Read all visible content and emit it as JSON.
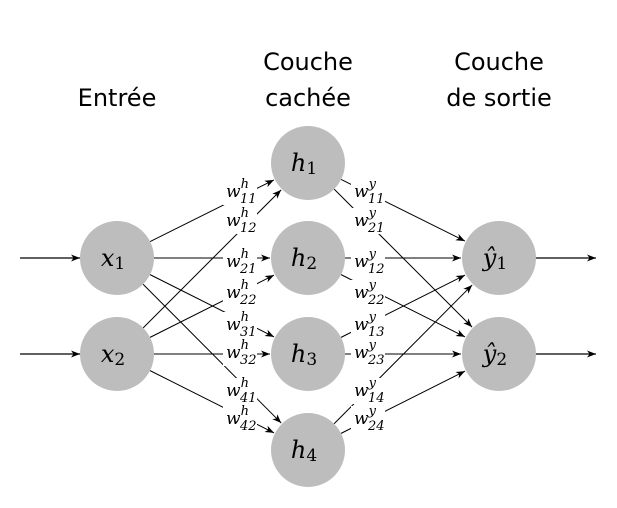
{
  "titles": {
    "input": "Entrée",
    "hidden_line1": "Couche",
    "hidden_line2": "cachée",
    "output_line1": "Couche",
    "output_line2": "de sortie"
  },
  "nodes": {
    "inputs": [
      {
        "base": "x",
        "sub": "1"
      },
      {
        "base": "x",
        "sub": "2"
      }
    ],
    "hidden": [
      {
        "base": "h",
        "sub": "1"
      },
      {
        "base": "h",
        "sub": "2"
      },
      {
        "base": "h",
        "sub": "3"
      },
      {
        "base": "h",
        "sub": "4"
      }
    ],
    "outputs": [
      {
        "base": "ŷ",
        "sub": "1"
      },
      {
        "base": "ŷ",
        "sub": "2"
      }
    ]
  },
  "hidden_weights": [
    {
      "sup": "h",
      "sub": "11"
    },
    {
      "sup": "h",
      "sub": "12"
    },
    {
      "sup": "h",
      "sub": "21"
    },
    {
      "sup": "h",
      "sub": "22"
    },
    {
      "sup": "h",
      "sub": "31"
    },
    {
      "sup": "h",
      "sub": "32"
    },
    {
      "sup": "h",
      "sub": "41"
    },
    {
      "sup": "h",
      "sub": "42"
    }
  ],
  "output_weights": [
    {
      "sup": "y",
      "sub": "11"
    },
    {
      "sup": "y",
      "sub": "21"
    },
    {
      "sup": "y",
      "sub": "12"
    },
    {
      "sup": "y",
      "sub": "22"
    },
    {
      "sup": "y",
      "sub": "13"
    },
    {
      "sup": "y",
      "sub": "23"
    },
    {
      "sup": "y",
      "sub": "14"
    },
    {
      "sup": "y",
      "sub": "24"
    }
  ],
  "weight_base": "w",
  "colors": {
    "node_fill": "#bdbdbd",
    "stroke": "#000000"
  }
}
